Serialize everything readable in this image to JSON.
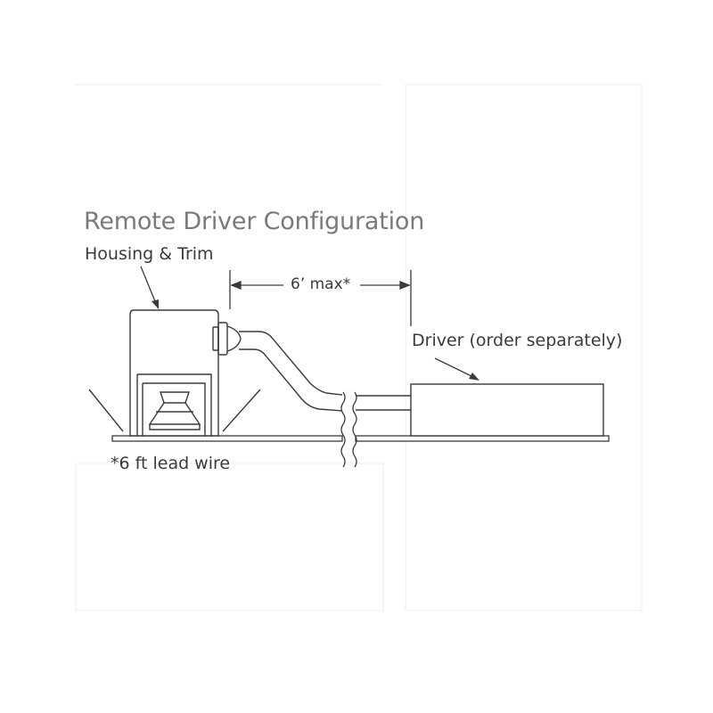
{
  "title": "Remote Driver Configuration",
  "labels": {
    "housing": "Housing & Trim",
    "dimension": "6’ max*",
    "driver": "Driver (order separately)",
    "lead_wire": "*6 ft lead wire"
  },
  "colors": {
    "line": "#3a3a3a",
    "title_text": "#7a7a7a",
    "body_text": "#3b3b3b",
    "background": "#ffffff"
  }
}
